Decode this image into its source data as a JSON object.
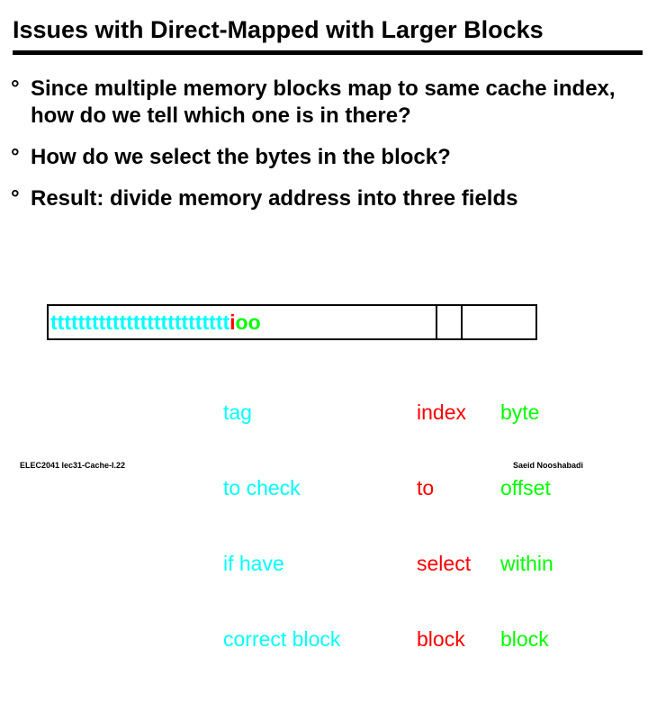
{
  "slide": {
    "title": "Issues with Direct-Mapped with Larger Blocks",
    "bullet_mark": "°",
    "bullets": [
      "Since multiple memory blocks map to same cache index, how do we tell which one is in there?",
      "How do we select the bytes in the block?",
      "Result: divide memory address into three fields"
    ],
    "address_diagram": {
      "tag_bits": "tttttttttttttttttttttttttt",
      "index_bits": "i",
      "byte_bits": "oo",
      "colors": {
        "tag": "#00ffff",
        "index": "#ff0000",
        "byte": "#00ff00"
      }
    },
    "legend": {
      "tag_lines": [
        "tag",
        "to check",
        "if have",
        "correct block"
      ],
      "index_lines": [
        "index",
        "to",
        "select",
        "block"
      ],
      "byte_lines": [
        "byte",
        "offset",
        "within",
        "block"
      ]
    },
    "footer_left": "ELEC2041  lec31-Cache-I.22",
    "footer_right": "Saeid Nooshabadi"
  }
}
